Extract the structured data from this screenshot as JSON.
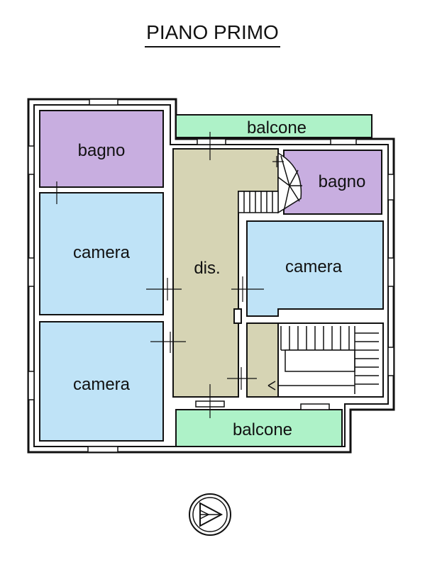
{
  "title": "PIANO PRIMO",
  "rooms": {
    "bagno_left": "bagno",
    "camera_left_top": "camera",
    "camera_left_bottom": "camera",
    "dis": "dis.",
    "bagno_right": "bagno",
    "camera_right": "camera",
    "balcone_top": "balcone",
    "balcone_bottom": "balcone"
  },
  "colors": {
    "bagno": "#c8aee0",
    "camera": "#bfe3f7",
    "dis": "#d6d4b4",
    "balcone": "#aef2c8",
    "stairs": "#d6d4b4",
    "wall": "#111111"
  },
  "icons": {
    "compass": "north-arrow-icon"
  }
}
